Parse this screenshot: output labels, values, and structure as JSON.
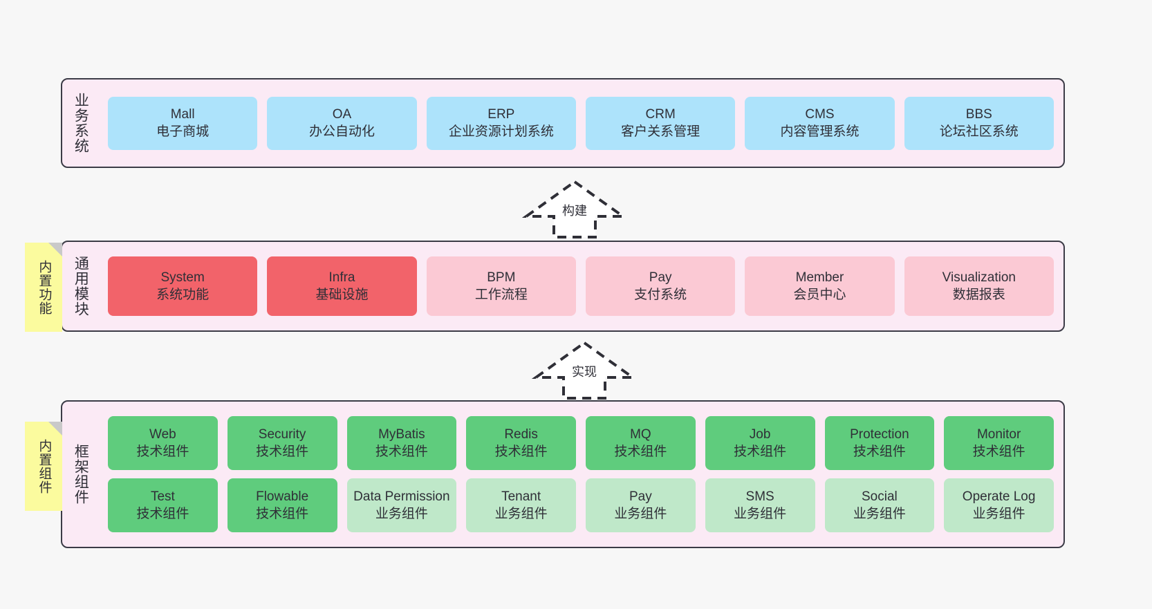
{
  "layers": [
    {
      "id": "business",
      "title": "业务系统",
      "style": "blue",
      "cards": [
        {
          "en": "Mall",
          "cn": "电子商城"
        },
        {
          "en": "OA",
          "cn": "办公自动化"
        },
        {
          "en": "ERP",
          "cn": "企业资源计划系统"
        },
        {
          "en": "CRM",
          "cn": "客户关系管理"
        },
        {
          "en": "CMS",
          "cn": "内容管理系统"
        },
        {
          "en": "BBS",
          "cn": "论坛社区系统"
        }
      ]
    },
    {
      "id": "common",
      "title": "通用模块",
      "cards": [
        {
          "en": "System",
          "cn": "系统功能",
          "style": "red"
        },
        {
          "en": "Infra",
          "cn": "基础设施",
          "style": "red"
        },
        {
          "en": "BPM",
          "cn": "工作流程",
          "style": "pink"
        },
        {
          "en": "Pay",
          "cn": "支付系统",
          "style": "pink"
        },
        {
          "en": "Member",
          "cn": "会员中心",
          "style": "pink"
        },
        {
          "en": "Visualization",
          "cn": "数据报表",
          "style": "pink"
        }
      ]
    },
    {
      "id": "framework",
      "title": "框架组件",
      "row1": [
        {
          "en": "Web",
          "cn": "技术组件",
          "style": "green"
        },
        {
          "en": "Security",
          "cn": "技术组件",
          "style": "green"
        },
        {
          "en": "MyBatis",
          "cn": "技术组件",
          "style": "green"
        },
        {
          "en": "Redis",
          "cn": "技术组件",
          "style": "green"
        },
        {
          "en": "MQ",
          "cn": "技术组件",
          "style": "green"
        },
        {
          "en": "Job",
          "cn": "技术组件",
          "style": "green"
        },
        {
          "en": "Protection",
          "cn": "技术组件",
          "style": "green"
        },
        {
          "en": "Monitor",
          "cn": "技术组件",
          "style": "green"
        }
      ],
      "row2": [
        {
          "en": "Test",
          "cn": "技术组件",
          "style": "green"
        },
        {
          "en": "Flowable",
          "cn": "技术组件",
          "style": "green"
        },
        {
          "en": "Data Permission",
          "cn": "业务组件",
          "style": "lgreen"
        },
        {
          "en": "Tenant",
          "cn": "业务组件",
          "style": "lgreen"
        },
        {
          "en": "Pay",
          "cn": "业务组件",
          "style": "lgreen"
        },
        {
          "en": "SMS",
          "cn": "业务组件",
          "style": "lgreen"
        },
        {
          "en": "Social",
          "cn": "业务组件",
          "style": "lgreen"
        },
        {
          "en": "Operate Log",
          "cn": "业务组件",
          "style": "lgreen"
        }
      ]
    }
  ],
  "notes": [
    {
      "id": "builtin-func",
      "label": "内置功能"
    },
    {
      "id": "builtin-comp",
      "label": "内置组件"
    }
  ],
  "arrows": [
    {
      "id": "build",
      "label": "构建"
    },
    {
      "id": "impl",
      "label": "实现"
    }
  ],
  "colors": {
    "background": "#f7f7f7",
    "layer_fill": "#fbeaf5",
    "layer_border": "#3b3b46",
    "blue": "#ade3fb",
    "red": "#f2636a",
    "pink": "#fbc9d4",
    "green": "#5fcc7d",
    "light_green": "#bfe8c9",
    "note": "#fbfb9e",
    "text": "#2f2f37"
  }
}
